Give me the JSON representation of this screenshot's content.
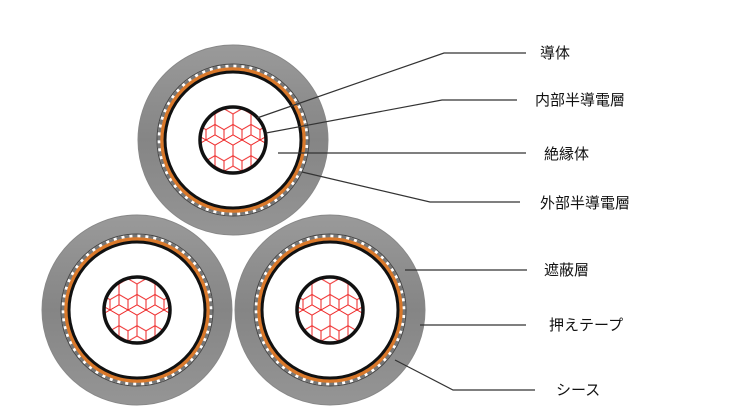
{
  "title": "Triplex cable cross-section",
  "labels": {
    "conductor": "導体",
    "inner_semiconductive": "内部半導電層",
    "insulation": "絶縁体",
    "outer_semiconductive": "外部半導電層",
    "shield": "遮蔽層",
    "binding_tape": "押えテープ",
    "sheath": "シース"
  },
  "colors": {
    "sheath": "#8c8c8c",
    "shield": "#d9782a",
    "conductor_strands": "#ee2222",
    "outline": "#111111"
  }
}
